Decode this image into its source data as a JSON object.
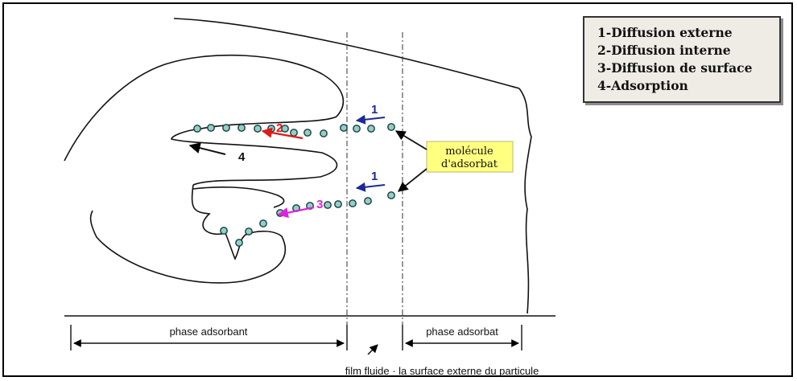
{
  "legend": {
    "items": [
      "1-Diffusion externe",
      "2-Diffusion interne",
      "3-Diffusion de surface",
      "4-Adsorption"
    ]
  },
  "callout": {
    "line1": "molécule",
    "line2": "d'adsorbat"
  },
  "step_numbers": {
    "external_top": "1",
    "external_bottom": "1",
    "internal": "2",
    "surface": "3",
    "adsorption": "4"
  },
  "phases": {
    "left": "phase adsorbant",
    "right": "phase adsorbat"
  },
  "bottom_caption": "film fluide · la surface externe du particule",
  "colors": {
    "external": "#1a2a9a",
    "internal": "#e01818",
    "surface": "#e020e0",
    "molecule_fill": "#8fd0c8",
    "callout_bg": "#ffff80"
  }
}
